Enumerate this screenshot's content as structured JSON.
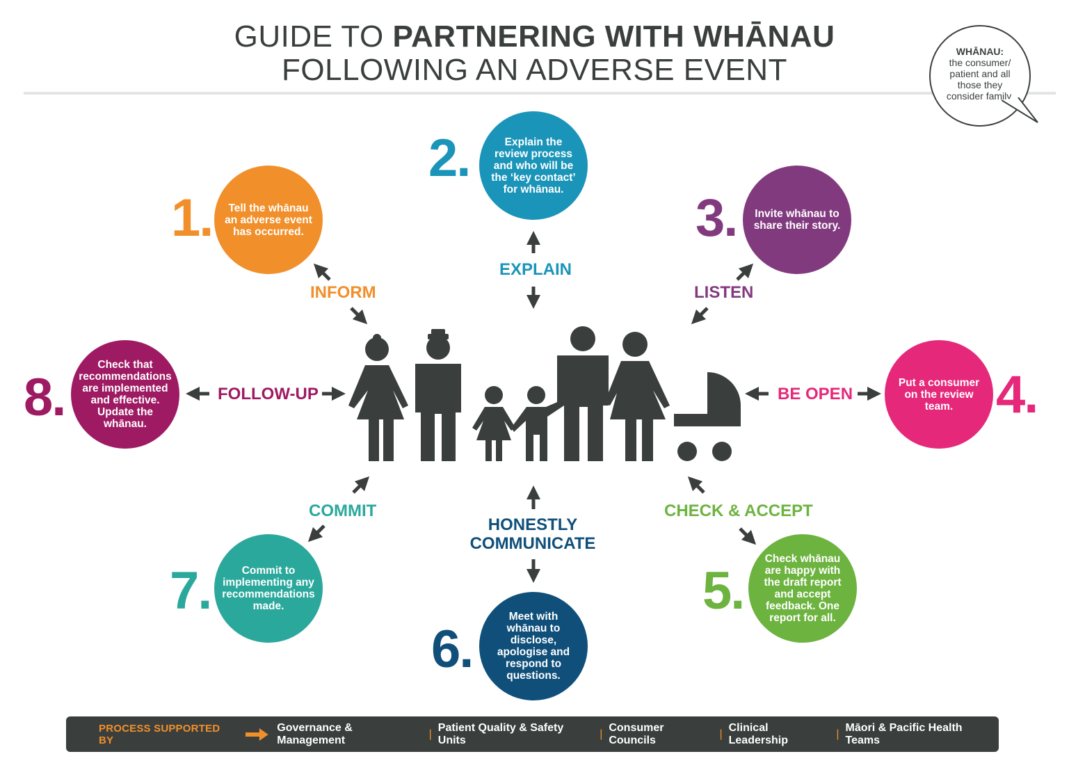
{
  "title": {
    "line1_light": "GUIDE TO ",
    "line1_bold": "PARTNERING WITH WHĀNAU",
    "line2": "FOLLOWING AN ADVERSE EVENT"
  },
  "definition": {
    "term": "WHĀNAU:",
    "text": "the consumer/ patient and all those they consider family."
  },
  "colors": {
    "inform": "#f18f2a",
    "explain": "#1a94b8",
    "listen": "#823a7f",
    "be_open": "#e6287a",
    "check_accept": "#6db33f",
    "communicate": "#0f4f7a",
    "commit": "#2aa89c",
    "follow_up": "#9e1a63",
    "dark": "#3a3f3e"
  },
  "steps": [
    {
      "number": "1.",
      "label": "INFORM",
      "text": "Tell the whānau an adverse event has occurred."
    },
    {
      "number": "2.",
      "label": "EXPLAIN",
      "text": "Explain the review process and who will be the ‘key contact’ for whānau."
    },
    {
      "number": "3.",
      "label": "LISTEN",
      "text": "Invite whānau to share their story."
    },
    {
      "number": "4.",
      "label": "BE OPEN",
      "text": "Put a consumer on the review team."
    },
    {
      "number": "5.",
      "label": "CHECK & ACCEPT",
      "text": "Check whānau are happy with the draft report and accept feedback. One report for all."
    },
    {
      "number": "6.",
      "label_line1": "HONESTLY",
      "label_line2": "COMMUNICATE",
      "text": "Meet with whānau to disclose, apologise and respond to questions."
    },
    {
      "number": "7.",
      "label": "COMMIT",
      "text": "Commit to implementing any recommendations made."
    },
    {
      "number": "8.",
      "label": "FOLLOW-UP",
      "text": "Check that recommendations are implemented and effective. Update the whānau."
    }
  ],
  "footer": {
    "lead": "PROCESS SUPPORTED BY",
    "items": [
      "Governance & Management",
      "Patient Quality & Safety Units",
      "Consumer Councils",
      "Clinical Leadership",
      "Māori & Pacific Health Teams"
    ],
    "separator": "|"
  }
}
